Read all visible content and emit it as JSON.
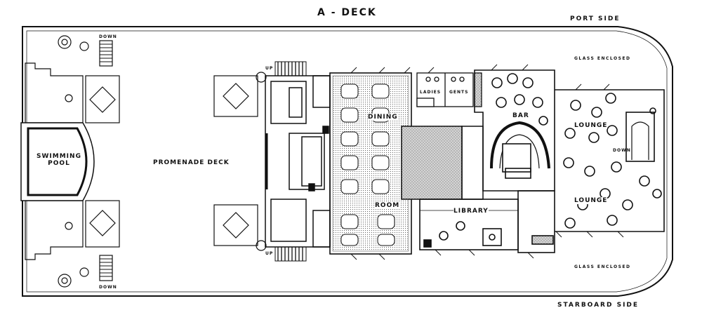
{
  "title": "A - DECK",
  "sides": {
    "port": "PORT SIDE",
    "starboard": "STARBOARD SIDE"
  },
  "areas": {
    "pool_line1": "SWIMMING",
    "pool_line2": "POOL",
    "promenade": "PROMENADE DECK",
    "dining": "DINING",
    "room": "ROOM",
    "bar": "BAR",
    "library": "LIBRARY",
    "lounge_upper": "LOUNGE",
    "lounge_lower": "LOUNGE",
    "ladies": "LADIES",
    "gents": "GENTS",
    "glass_top": "GLASS ENCLOSED",
    "glass_bottom": "GLASS ENCLOSED"
  },
  "stairs": {
    "down_top": "DOWN",
    "down_bottom": "DOWN",
    "down_lounge": "DOWN",
    "up_top": "UP",
    "up_bottom": "UP"
  }
}
